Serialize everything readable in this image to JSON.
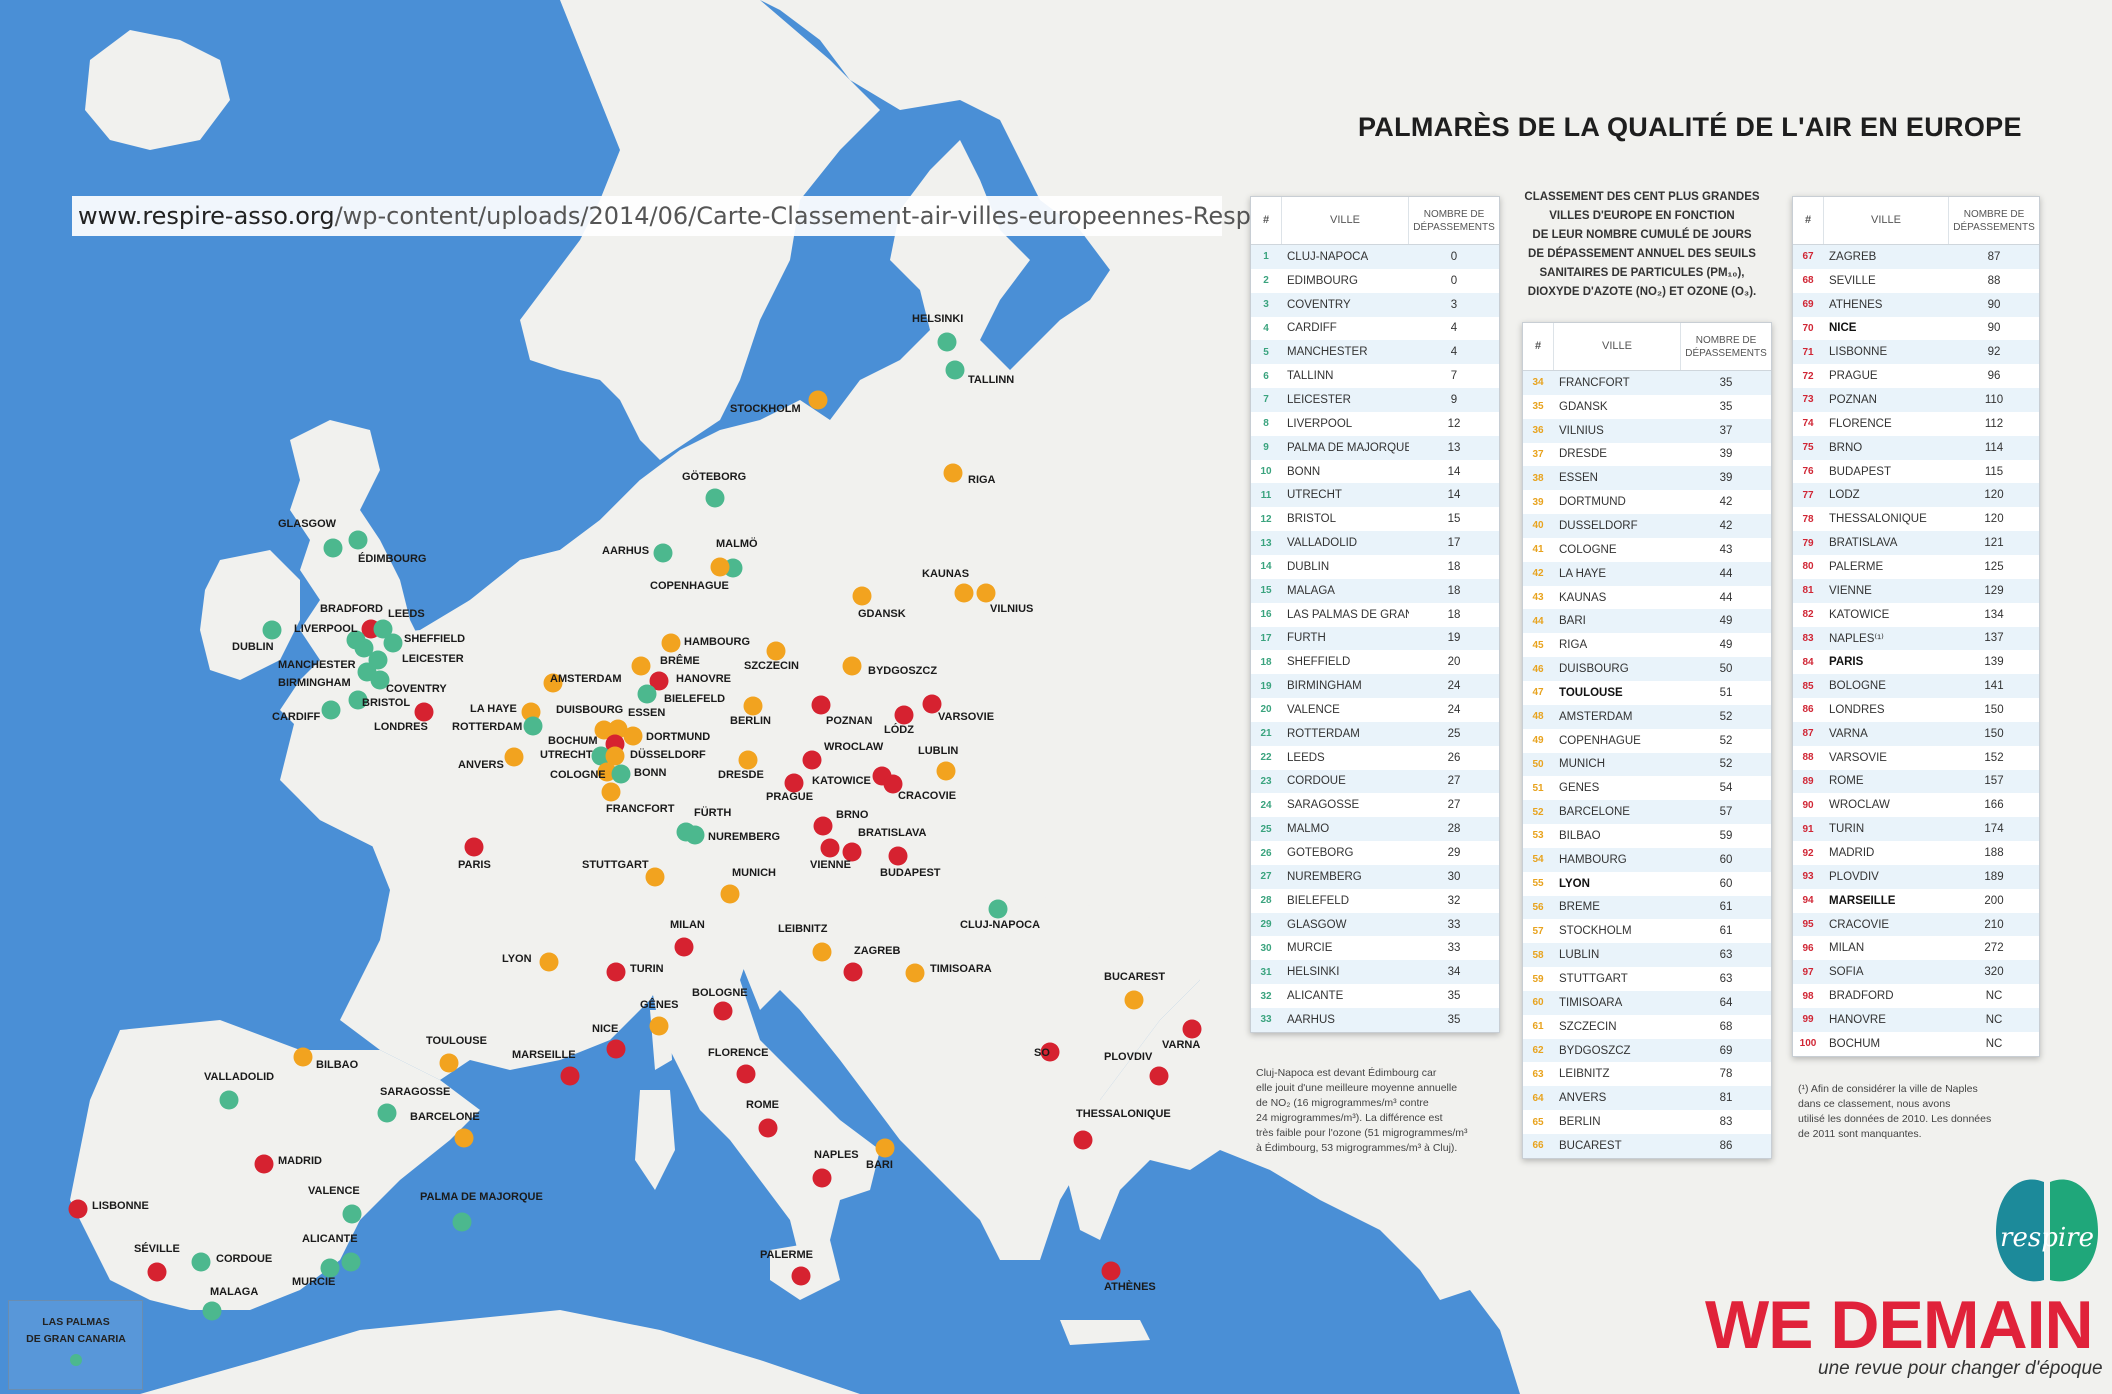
{
  "url": {
    "domain": "www.respire-asso.org",
    "path": "/wp-content/uploads/2014/06/Carte-Classement-air-villes-europeennes-Respire-2014.jpg"
  },
  "title": "PALMARÈS DE LA QUALITÉ DE L'AIR EN EUROPE",
  "intro_lines": [
    "CLASSEMENT DES CENT PLUS GRANDES",
    "VILLES D'EUROPE EN FONCTION",
    "DE LEUR NOMBRE CUMULÉ DE JOURS",
    "DE DÉPASSEMENT ANNUEL DES SEUILS",
    "SANITAIRES DE PARTICULES (PM₁₀),",
    "DIOXYDE D'AZOTE (NO₂) ET OZONE (O₃)."
  ],
  "table_header": {
    "rank": "#",
    "city": "VILLE",
    "value_l1": "NOMBRE DE",
    "value_l2": "DÉPASSEMENTS"
  },
  "colors": {
    "green": "#4cb88e",
    "orange": "#f2a31f",
    "red": "#d62230",
    "rank_green": "#3aa37e",
    "rank_orange": "#e8a31e",
    "rank_red": "#d02635",
    "sea": "#4a8fd6",
    "land": "#f2f2ef"
  },
  "table1": [
    {
      "rank": "1",
      "city": "CLUJ-NAPOCA",
      "value": "0"
    },
    {
      "rank": "2",
      "city": "ÉDIMBOURG",
      "value": "0"
    },
    {
      "rank": "3",
      "city": "COVENTRY",
      "value": "3"
    },
    {
      "rank": "4",
      "city": "CARDIFF",
      "value": "4"
    },
    {
      "rank": "5",
      "city": "MANCHESTER",
      "value": "4"
    },
    {
      "rank": "6",
      "city": "TALLINN",
      "value": "7"
    },
    {
      "rank": "7",
      "city": "LEICESTER",
      "value": "9"
    },
    {
      "rank": "8",
      "city": "LIVERPOOL",
      "value": "12"
    },
    {
      "rank": "9",
      "city": "PALMA DE MAJORQUE",
      "value": "13"
    },
    {
      "rank": "10",
      "city": "BONN",
      "value": "14"
    },
    {
      "rank": "11",
      "city": "UTRECHT",
      "value": "14"
    },
    {
      "rank": "12",
      "city": "BRISTOL",
      "value": "15"
    },
    {
      "rank": "13",
      "city": "VALLADOLID",
      "value": "17"
    },
    {
      "rank": "14",
      "city": "DUBLIN",
      "value": "18"
    },
    {
      "rank": "15",
      "city": "MALAGA",
      "value": "18"
    },
    {
      "rank": "16",
      "city": "LAS PALMAS DE GRAN CANARIA",
      "value": "18"
    },
    {
      "rank": "17",
      "city": "FÜRTH",
      "value": "19"
    },
    {
      "rank": "18",
      "city": "SHEFFIELD",
      "value": "20"
    },
    {
      "rank": "19",
      "city": "BIRMINGHAM",
      "value": "24"
    },
    {
      "rank": "20",
      "city": "VALENCE",
      "value": "24"
    },
    {
      "rank": "21",
      "city": "ROTTERDAM",
      "value": "25"
    },
    {
      "rank": "22",
      "city": "LEEDS",
      "value": "26"
    },
    {
      "rank": "23",
      "city": "CORDOUE",
      "value": "27"
    },
    {
      "rank": "24",
      "city": "SARAGOSSE",
      "value": "27"
    },
    {
      "rank": "25",
      "city": "MALMÖ",
      "value": "28"
    },
    {
      "rank": "26",
      "city": "GÖTEBORG",
      "value": "29"
    },
    {
      "rank": "27",
      "city": "NUREMBERG",
      "value": "30"
    },
    {
      "rank": "28",
      "city": "BIELEFELD",
      "value": "32"
    },
    {
      "rank": "29",
      "city": "GLASGOW",
      "value": "33"
    },
    {
      "rank": "30",
      "city": "MURCIE",
      "value": "33"
    },
    {
      "rank": "31",
      "city": "HELSINKI",
      "value": "34"
    },
    {
      "rank": "32",
      "city": "ALICANTE",
      "value": "35"
    },
    {
      "rank": "33",
      "city": "AARHUS",
      "value": "35"
    }
  ],
  "table2": [
    {
      "rank": "34",
      "city": "FRANCFORT",
      "value": "35"
    },
    {
      "rank": "35",
      "city": "GDANSK",
      "value": "35"
    },
    {
      "rank": "36",
      "city": "VILNIUS",
      "value": "37"
    },
    {
      "rank": "37",
      "city": "DRESDE",
      "value": "39"
    },
    {
      "rank": "38",
      "city": "ESSEN",
      "value": "39"
    },
    {
      "rank": "39",
      "city": "DORTMUND",
      "value": "42"
    },
    {
      "rank": "40",
      "city": "DÜSSELDORF",
      "value": "42"
    },
    {
      "rank": "41",
      "city": "COLOGNE",
      "value": "43"
    },
    {
      "rank": "42",
      "city": "LA HAYE",
      "value": "44"
    },
    {
      "rank": "43",
      "city": "KAUNAS",
      "value": "44"
    },
    {
      "rank": "44",
      "city": "BARI",
      "value": "49"
    },
    {
      "rank": "45",
      "city": "RIGA",
      "value": "49"
    },
    {
      "rank": "46",
      "city": "DUISBOURG",
      "value": "50"
    },
    {
      "rank": "47",
      "city": "TOULOUSE",
      "value": "51",
      "bold": true
    },
    {
      "rank": "48",
      "city": "AMSTERDAM",
      "value": "52"
    },
    {
      "rank": "49",
      "city": "COPENHAGUE",
      "value": "52"
    },
    {
      "rank": "50",
      "city": "MUNICH",
      "value": "52"
    },
    {
      "rank": "51",
      "city": "GÊNES",
      "value": "54"
    },
    {
      "rank": "52",
      "city": "BARCELONE",
      "value": "57"
    },
    {
      "rank": "53",
      "city": "BILBAO",
      "value": "59"
    },
    {
      "rank": "54",
      "city": "HAMBOURG",
      "value": "60"
    },
    {
      "rank": "55",
      "city": "LYON",
      "value": "60",
      "bold": true
    },
    {
      "rank": "56",
      "city": "BRÊME",
      "value": "61"
    },
    {
      "rank": "57",
      "city": "STOCKHOLM",
      "value": "61"
    },
    {
      "rank": "58",
      "city": "LUBLIN",
      "value": "63"
    },
    {
      "rank": "59",
      "city": "STUTTGART",
      "value": "63"
    },
    {
      "rank": "60",
      "city": "TIMISOARA",
      "value": "64"
    },
    {
      "rank": "61",
      "city": "SZCZECIN",
      "value": "68"
    },
    {
      "rank": "62",
      "city": "BYDGOSZCZ",
      "value": "69"
    },
    {
      "rank": "63",
      "city": "LEIBNITZ",
      "value": "78"
    },
    {
      "rank": "64",
      "city": "ANVERS",
      "value": "81"
    },
    {
      "rank": "65",
      "city": "BERLIN",
      "value": "83"
    },
    {
      "rank": "66",
      "city": "BUCAREST",
      "value": "86"
    }
  ],
  "table3": [
    {
      "rank": "67",
      "city": "ZAGREB",
      "value": "87"
    },
    {
      "rank": "68",
      "city": "SÉVILLE",
      "value": "88"
    },
    {
      "rank": "69",
      "city": "ATHÈNES",
      "value": "90"
    },
    {
      "rank": "70",
      "city": "NICE",
      "value": "90",
      "bold": true
    },
    {
      "rank": "71",
      "city": "LISBONNE",
      "value": "92"
    },
    {
      "rank": "72",
      "city": "PRAGUE",
      "value": "96"
    },
    {
      "rank": "73",
      "city": "POZNAN",
      "value": "110"
    },
    {
      "rank": "74",
      "city": "FLORENCE",
      "value": "112"
    },
    {
      "rank": "75",
      "city": "BRNO",
      "value": "114"
    },
    {
      "rank": "76",
      "city": "BUDAPEST",
      "value": "115"
    },
    {
      "rank": "77",
      "city": "LÓDZ",
      "value": "120"
    },
    {
      "rank": "78",
      "city": "THESSALONIQUE",
      "value": "120"
    },
    {
      "rank": "79",
      "city": "BRATISLAVA",
      "value": "121"
    },
    {
      "rank": "80",
      "city": "PALERME",
      "value": "125"
    },
    {
      "rank": "81",
      "city": "VIENNE",
      "value": "129"
    },
    {
      "rank": "82",
      "city": "KATOWICE",
      "value": "134"
    },
    {
      "rank": "83",
      "city": "NAPLES⁽¹⁾",
      "value": "137"
    },
    {
      "rank": "84",
      "city": "PARIS",
      "value": "139",
      "bold": true
    },
    {
      "rank": "85",
      "city": "BOLOGNE",
      "value": "141"
    },
    {
      "rank": "86",
      "city": "LONDRES",
      "value": "150"
    },
    {
      "rank": "87",
      "city": "VARNA",
      "value": "150"
    },
    {
      "rank": "88",
      "city": "VARSOVIE",
      "value": "152"
    },
    {
      "rank": "89",
      "city": "ROME",
      "value": "157"
    },
    {
      "rank": "90",
      "city": "WROCLAW",
      "value": "166"
    },
    {
      "rank": "91",
      "city": "TURIN",
      "value": "174"
    },
    {
      "rank": "92",
      "city": "MADRID",
      "value": "188"
    },
    {
      "rank": "93",
      "city": "PLOVDIV",
      "value": "189"
    },
    {
      "rank": "94",
      "city": "MARSEILLE",
      "value": "200",
      "bold": true
    },
    {
      "rank": "95",
      "city": "CRACOVIE",
      "value": "210"
    },
    {
      "rank": "96",
      "city": "MILAN",
      "value": "272"
    },
    {
      "rank": "97",
      "city": "SOFIA",
      "value": "320"
    },
    {
      "rank": "98",
      "city": "BRADFORD",
      "value": "NC"
    },
    {
      "rank": "99",
      "city": "HANOVRE",
      "value": "NC"
    },
    {
      "rank": "100",
      "city": "BOCHUM",
      "value": "NC"
    }
  ],
  "note1": [
    "Cluj-Napoca est devant Édimbourg car",
    "elle jouit d'une meilleure moyenne annuelle",
    "de NO₂ (16 migrogrammes/m³ contre",
    "24 migrogrammes/m³). La différence est",
    "très faible pour l'ozone (51 migrogrammes/m³",
    "à Édimbourg, 53 migrogrammes/m³ à Cluj)."
  ],
  "note2": [
    "(¹) Afin de considérer la ville de Naples",
    "dans ce classement, nous avons",
    "utilisé les données de 2010. Les données",
    "de 2011 sont manquantes."
  ],
  "inset_label": [
    "LAS PALMAS",
    "DE GRAN CANARIA"
  ],
  "logo_text": "respire",
  "brand": "WE DEMAIN",
  "brand_tagline": "une revue pour changer d'époque",
  "cities": [
    {
      "name": "HELSINKI",
      "cat": "green"
    },
    {
      "name": "TALLINN",
      "cat": "green"
    },
    {
      "name": "STOCKHOLM",
      "cat": "orange"
    },
    {
      "name": "RIGA",
      "cat": "orange"
    },
    {
      "name": "GÖTEBORG",
      "cat": "green"
    },
    {
      "name": "GLASGOW",
      "cat": "green"
    },
    {
      "name": "ÉDIMBOURG",
      "cat": "green"
    },
    {
      "name": "AARHUS",
      "cat": "green"
    },
    {
      "name": "MALMÖ",
      "cat": "green"
    },
    {
      "name": "COPENHAGUE",
      "cat": "orange"
    },
    {
      "name": "KAUNAS",
      "cat": "orange"
    },
    {
      "name": "VILNIUS",
      "cat": "orange"
    },
    {
      "name": "GDANSK",
      "cat": "orange"
    },
    {
      "name": "DUBLIN",
      "cat": "green"
    },
    {
      "name": "BRADFORD",
      "cat": "red"
    },
    {
      "name": "LEEDS",
      "cat": "green"
    },
    {
      "name": "LIVERPOOL",
      "cat": "green"
    },
    {
      "name": "SHEFFIELD",
      "cat": "green"
    },
    {
      "name": "MANCHESTER",
      "cat": "green"
    },
    {
      "name": "LEICESTER",
      "cat": "green"
    },
    {
      "name": "BIRMINGHAM",
      "cat": "green"
    },
    {
      "name": "COVENTRY",
      "cat": "green"
    },
    {
      "name": "BRISTOL",
      "cat": "green"
    },
    {
      "name": "CARDIFF",
      "cat": "green"
    },
    {
      "name": "LONDRES",
      "cat": "red"
    },
    {
      "name": "HAMBOURG",
      "cat": "orange"
    },
    {
      "name": "BRÊME",
      "cat": "orange"
    },
    {
      "name": "HANOVRE",
      "cat": "red"
    },
    {
      "name": "BIELEFELD",
      "cat": "green"
    },
    {
      "name": "SZCZECIN",
      "cat": "orange"
    },
    {
      "name": "BYDGOSZCZ",
      "cat": "orange"
    },
    {
      "name": "AMSTERDAM",
      "cat": "orange"
    },
    {
      "name": "LA HAYE",
      "cat": "orange"
    },
    {
      "name": "ROTTERDAM",
      "cat": "green"
    },
    {
      "name": "DUISBOURG",
      "cat": "orange"
    },
    {
      "name": "ESSEN",
      "cat": "orange"
    },
    {
      "name": "BOCHUM",
      "cat": "red"
    },
    {
      "name": "DORTMUND",
      "cat": "orange"
    },
    {
      "name": "UTRECHT",
      "cat": "green"
    },
    {
      "name": "DÜSSELDORF",
      "cat": "orange"
    },
    {
      "name": "COLOGNE",
      "cat": "orange"
    },
    {
      "name": "BONN",
      "cat": "green"
    },
    {
      "name": "ANVERS",
      "cat": "orange"
    },
    {
      "name": "BERLIN",
      "cat": "orange"
    },
    {
      "name": "POZNAN",
      "cat": "red"
    },
    {
      "name": "LÓDZ",
      "cat": "red"
    },
    {
      "name": "VARSOVIE",
      "cat": "red"
    },
    {
      "name": "WROCLAW",
      "cat": "red"
    },
    {
      "name": "LUBLIN",
      "cat": "orange"
    },
    {
      "name": "DRESDE",
      "cat": "orange"
    },
    {
      "name": "PRAGUE",
      "cat": "red"
    },
    {
      "name": "KATOWICE",
      "cat": "red"
    },
    {
      "name": "CRACOVIE",
      "cat": "red"
    },
    {
      "name": "FRANCFORT",
      "cat": "orange"
    },
    {
      "name": "FÜRTH",
      "cat": "green"
    },
    {
      "name": "NUREMBERG",
      "cat": "green"
    },
    {
      "name": "BRNO",
      "cat": "red"
    },
    {
      "name": "BRATISLAVA",
      "cat": "red"
    },
    {
      "name": "VIENNE",
      "cat": "red"
    },
    {
      "name": "BUDAPEST",
      "cat": "red"
    },
    {
      "name": "PARIS",
      "cat": "red"
    },
    {
      "name": "STUTTGART",
      "cat": "orange"
    },
    {
      "name": "MUNICH",
      "cat": "orange"
    },
    {
      "name": "CLUJ-NAPOCA",
      "cat": "green"
    },
    {
      "name": "MILAN",
      "cat": "red"
    },
    {
      "name": "LEIBNITZ",
      "cat": "orange"
    },
    {
      "name": "ZAGREB",
      "cat": "red"
    },
    {
      "name": "TIMISOARA",
      "cat": "orange"
    },
    {
      "name": "LYON",
      "cat": "orange"
    },
    {
      "name": "TURIN",
      "cat": "red"
    },
    {
      "name": "BOLOGNE",
      "cat": "red"
    },
    {
      "name": "GÊNES",
      "cat": "orange"
    },
    {
      "name": "NICE",
      "cat": "red"
    },
    {
      "name": "BUCAREST",
      "cat": "orange"
    },
    {
      "name": "TOULOUSE",
      "cat": "orange"
    },
    {
      "name": "MARSEILLE",
      "cat": "red"
    },
    {
      "name": "FLORENCE",
      "cat": "red"
    },
    {
      "name": "BILBAO",
      "cat": "orange"
    },
    {
      "name": "VALLADOLID",
      "cat": "green"
    },
    {
      "name": "SARAGOSSE",
      "cat": "green"
    },
    {
      "name": "BARCELONE",
      "cat": "orange"
    },
    {
      "name": "PLOVDIV",
      "cat": "red"
    },
    {
      "name": "VARNA",
      "cat": "red"
    },
    {
      "name": "SO",
      "cat": "red"
    },
    {
      "name": "ROME",
      "cat": "red"
    },
    {
      "name": "THESSALONIQUE",
      "cat": "red"
    },
    {
      "name": "MADRID",
      "cat": "red"
    },
    {
      "name": "NAPLES",
      "cat": "red"
    },
    {
      "name": "BARI",
      "cat": "orange"
    },
    {
      "name": "LISBONNE",
      "cat": "red"
    },
    {
      "name": "VALENCE",
      "cat": "green"
    },
    {
      "name": "PALMA DE MAJORQUE",
      "cat": "green"
    },
    {
      "name": "ALICANTE",
      "cat": "green"
    },
    {
      "name": "SÉVILLE",
      "cat": "red"
    },
    {
      "name": "CORDOUE",
      "cat": "green"
    },
    {
      "name": "MURCIE",
      "cat": "green"
    },
    {
      "name": "MALAGA",
      "cat": "green"
    },
    {
      "name": "PALERME",
      "cat": "red"
    },
    {
      "name": "ATHÈNES",
      "cat": "red"
    }
  ]
}
